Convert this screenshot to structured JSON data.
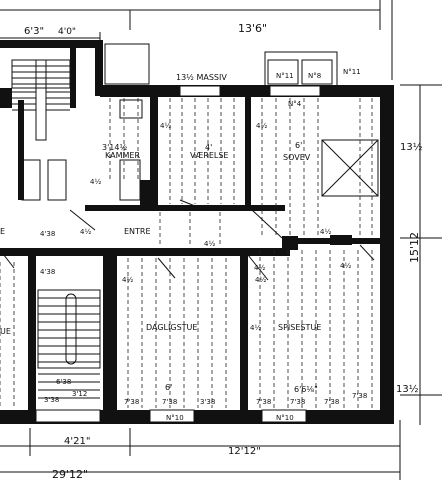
{
  "dimensions": {
    "top_left": "6'3\"",
    "top_small": "4'0\"",
    "top_main": "13'6\"",
    "right_upper": "13½",
    "right_middle": "15'12",
    "right_lower": "13½",
    "bottom_left": "4'21\"",
    "bottom_main": "12'12\"",
    "bottom_total": "29'12\""
  },
  "rooms": [
    {
      "id": "kammer",
      "label": "KAMMER",
      "size": "3'14½"
    },
    {
      "id": "verelse",
      "label": "VÆRELSE",
      "size": "4'"
    },
    {
      "id": "sovev",
      "label": "SOVEV",
      "size": "6'"
    },
    {
      "id": "entre",
      "label": "ENTRE",
      "size": ""
    },
    {
      "id": "dagligstue",
      "label": "DAGLIGSTUE",
      "size": "6'"
    },
    {
      "id": "spisestue",
      "label": "SPISESTUE",
      "size": "6'6⅛\""
    }
  ],
  "annotations": {
    "massiv": "13½ MASSIV",
    "n11": "N°11",
    "n8": "N°8",
    "n4": "N°4",
    "n11b": "N°11",
    "kammer_w1": "4½",
    "kammer_w2": "4½",
    "verelse_w": "4½",
    "sovev_w": "4½",
    "sovev_w2": "4½",
    "sovev_w3": "4½",
    "entre_w": "4½",
    "entre_w2": "4½",
    "stair_w": "4'38",
    "stair_w2": "4'38",
    "daglig_w": "4½",
    "spise_w": "4½",
    "spise_w2": "4½",
    "bottom_a": "7'38",
    "bottom_b": "7'38",
    "bottom_c": "3'38",
    "bottom_d": "7'38",
    "bottom_e": "7'38",
    "bottom_f": "7'38",
    "bottom_g": "7'38",
    "n10a": "N°10",
    "n10b": "N°10",
    "stair_a": "6'38",
    "stair_b": "3'12",
    "stair_c": "3'38",
    "left_stue": "UE",
    "left_e": "E"
  }
}
